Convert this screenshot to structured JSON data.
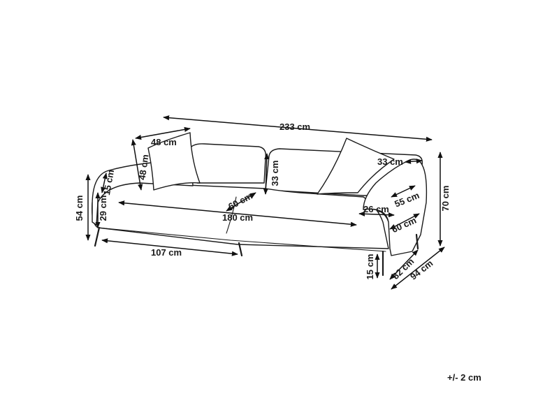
{
  "diagram": {
    "subject": "sofa",
    "dimensions": {
      "overall_width": "233 cm",
      "armrest_depth": "48 cm",
      "armrest_height_back": "48 cm",
      "armrest_top": "15 cm",
      "total_height_front": "54 cm",
      "seat_height": "29 cm",
      "seat_width": "180 cm",
      "seat_depth": "60 cm",
      "backrest_height": "33 cm",
      "cushion_half_width": "107 cm",
      "arm_width_top": "33 cm",
      "arm_inner_height": "55 cm",
      "arm_inner_width": "26 cm",
      "arm_depth": "60 cm",
      "total_height": "70 cm",
      "leg_height": "15 cm",
      "seat_total_depth": "82 cm",
      "total_depth": "94 cm"
    },
    "tolerance": "+/- 2 cm"
  }
}
